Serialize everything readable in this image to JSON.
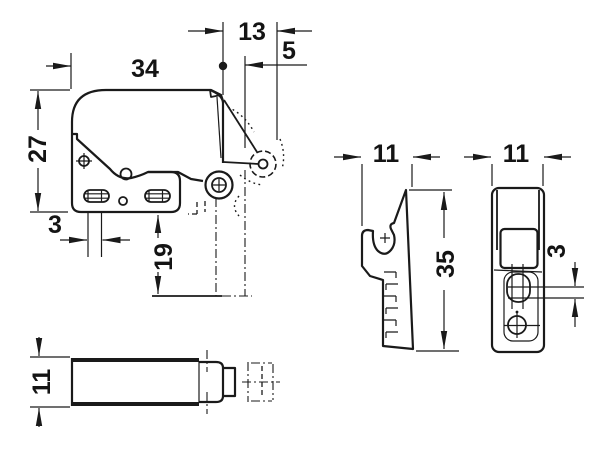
{
  "drawing": {
    "kind": "technical-dimension-drawing",
    "line_color": "#1a1a1a",
    "background_color": "#ffffff",
    "dims": {
      "d34": "34",
      "d13": "13",
      "d5": "5",
      "d27": "27",
      "d3_side": "3",
      "d19": "19",
      "d11_bottom": "11",
      "d11_hook": "11",
      "d35": "35",
      "d11_front": "11",
      "d3_front": "3"
    }
  }
}
